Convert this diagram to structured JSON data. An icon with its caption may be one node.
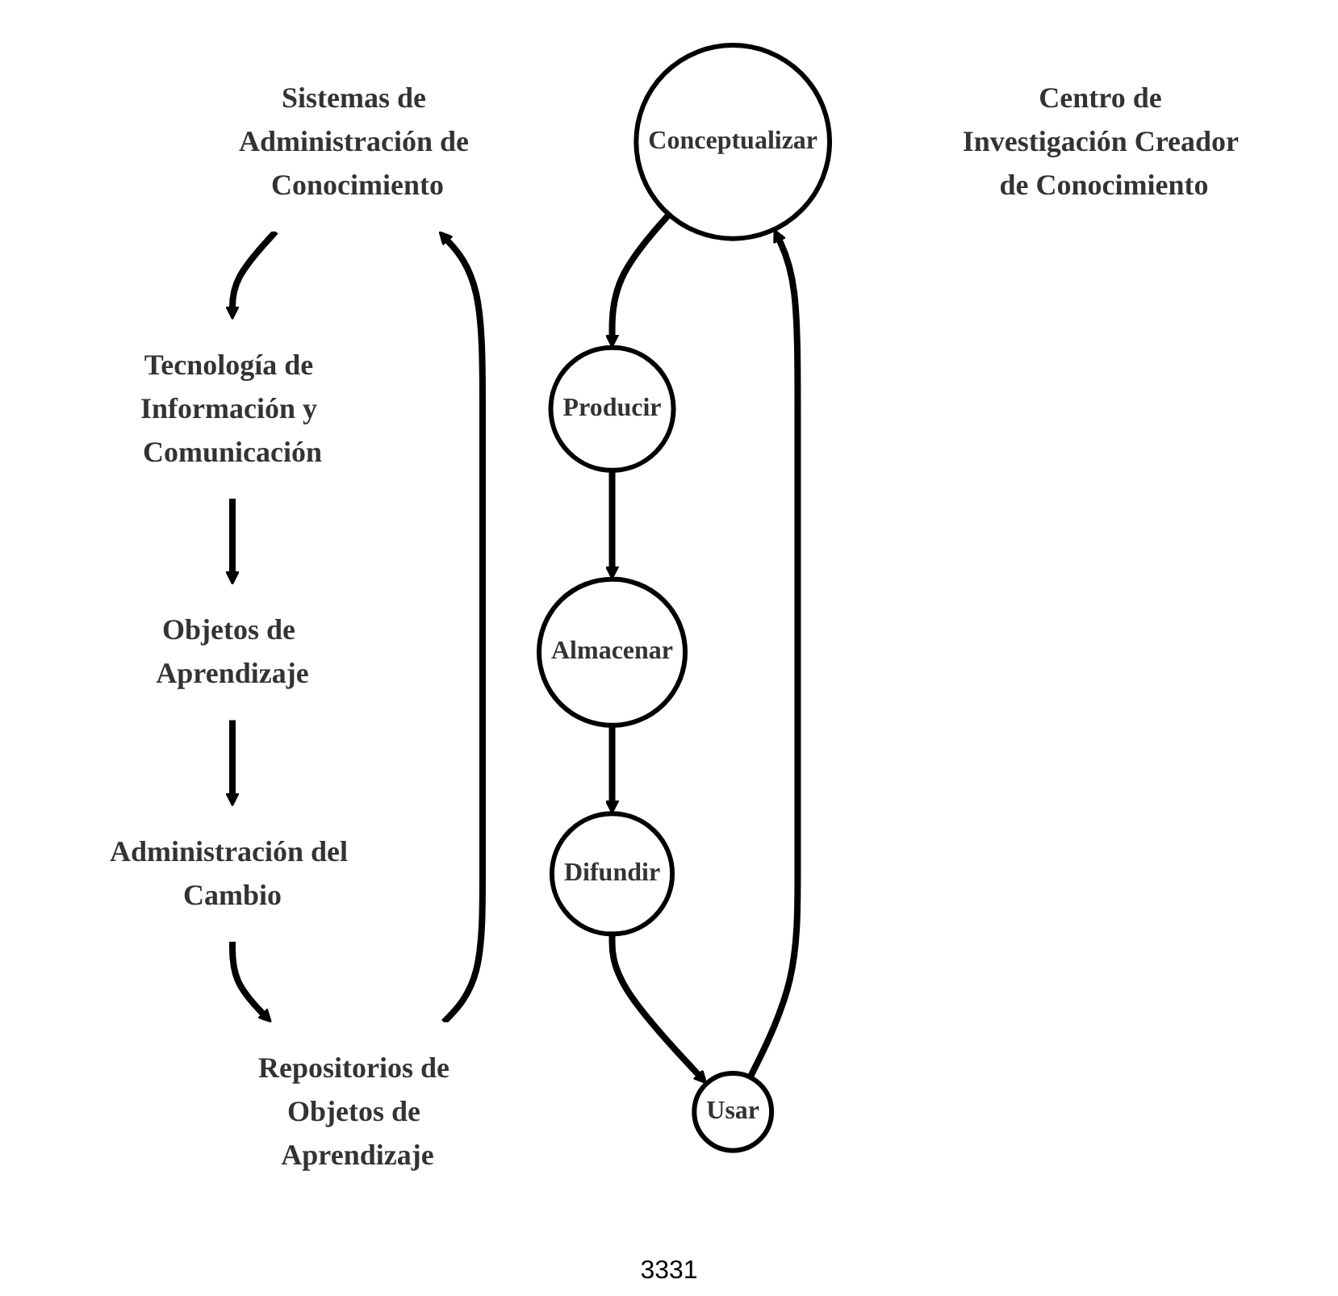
{
  "diagram": {
    "nodes": [
      {
        "text": [
          "Sistemas de Administración de Conocimiento"
        ]
      },
      {
        "text": [
          "Tecnología de Información y Comunicación"
        ]
      },
      {
        "text": [
          "Objetos de Aprendizaje"
        ]
      },
      {
        "text": [
          "Administración del Cambio"
        ]
      },
      {
        "text": [
          "Repositorios de Objetos de Aprendizaje"
        ]
      },
      {
        "text": [
          "Conceptualizar"
        ]
      },
      {
        "text": [
          "Producir"
        ]
      },
      {
        "text": [
          "Almacenar"
        ]
      },
      {
        "text": [
          "Difundir"
        ]
      },
      {
        "text": [
          "Usar"
        ]
      },
      {
        "text": [
          "Centro de Investigación Creador de Conocimiento"
        ]
      }
    ],
    "edges": [
      {
        "from": 0,
        "to": 1,
        "arrow": "to"
      },
      {
        "from": 1,
        "to": 2,
        "arrow": "to"
      },
      {
        "from": 2,
        "to": 3,
        "arrow": "to"
      },
      {
        "from": 3,
        "to": 4,
        "arrow": "to"
      },
      {
        "from": 4,
        "to": 0,
        "arrow": "to"
      },
      {
        "from": 5,
        "to": 6,
        "arrow": "to"
      },
      {
        "from": 6,
        "to": 7,
        "arrow": "to"
      },
      {
        "from": 7,
        "to": 8,
        "arrow": "to"
      },
      {
        "from": 8,
        "to": 9,
        "arrow": "to"
      },
      {
        "from": 9,
        "to": 5,
        "arrow": "to"
      }
    ],
    "labels": [
      "3331"
    ]
  }
}
